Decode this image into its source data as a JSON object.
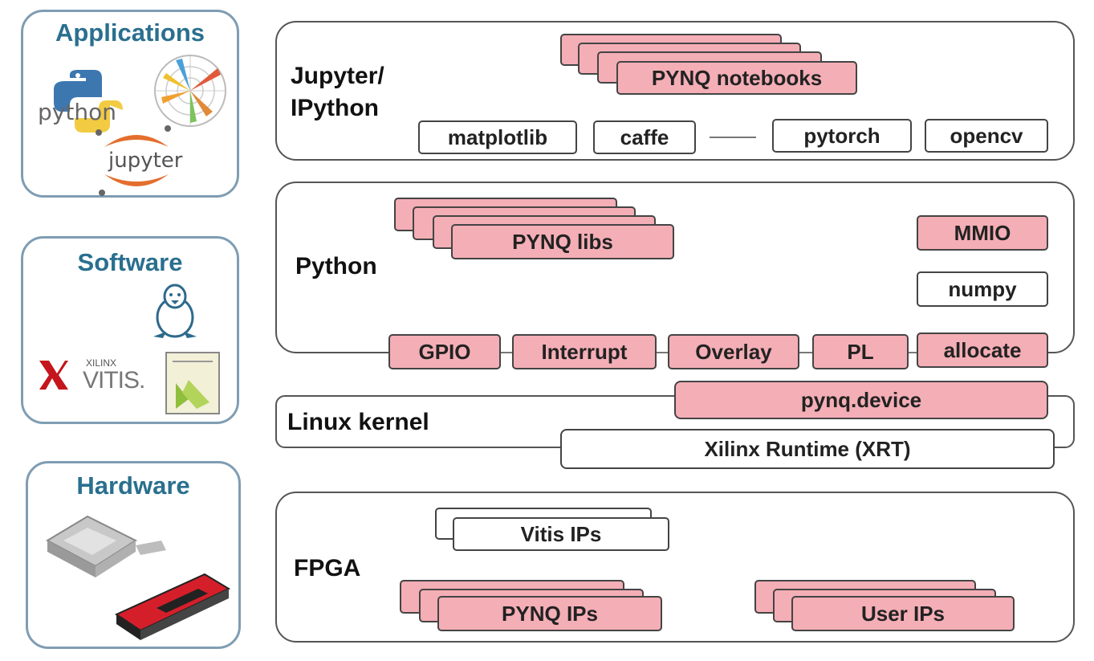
{
  "categories": {
    "applications": {
      "title": "Applications",
      "icons": [
        "python-logo",
        "polar-plot-icon",
        "jupyter-logo"
      ],
      "python_text": "python",
      "jupyter_text": "jupyter"
    },
    "software": {
      "title": "Software",
      "icons": [
        "linux-tux-icon",
        "xilinx-logo",
        "vitis-hls-icon"
      ],
      "xilinx_text": "XILINX",
      "vitis_text": "VITIS."
    },
    "hardware": {
      "title": "Hardware",
      "icons": [
        "fpga-chip-icon",
        "accelerator-card-icon"
      ]
    }
  },
  "layers": {
    "jupyter": {
      "label_line1": "Jupyter/",
      "label_line2": "IPython",
      "notebooks": "PYNQ notebooks",
      "libs": [
        "matplotlib",
        "caffe",
        "pytorch",
        "opencv"
      ]
    },
    "python": {
      "label": "Python",
      "pynq_libs": "PYNQ libs",
      "mmio": "MMIO",
      "numpy": "numpy",
      "bottom_row": [
        "GPIO",
        "Interrupt",
        "Overlay",
        "PL",
        "allocate"
      ]
    },
    "linux": {
      "label": "Linux kernel",
      "device": "pynq.device",
      "xrt": "Xilinx Runtime (XRT)"
    },
    "fpga": {
      "label": "FPGA",
      "vitis_ips": "Vitis IPs",
      "pynq_ips": "PYNQ IPs",
      "user_ips": "User IPs"
    }
  },
  "colors": {
    "pink": "#f4aeb6",
    "category_border": "#7f9db3",
    "category_title": "#2a6f8f"
  }
}
